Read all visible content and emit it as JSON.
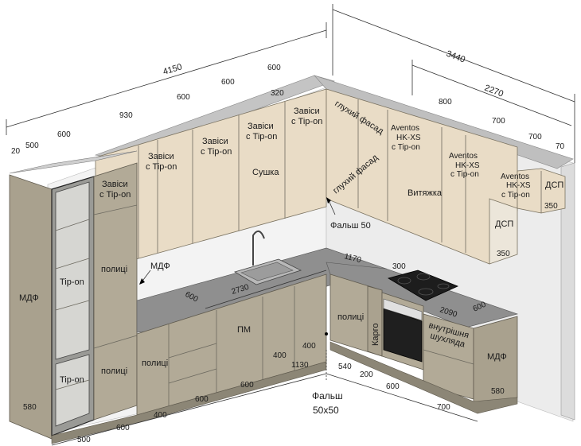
{
  "dimensions": {
    "top_total_left": "4150",
    "top_total_right": "3440",
    "right_upper_span": "2270",
    "seg_20": "20",
    "seg_500_top": "500",
    "seg_600_a": "600",
    "seg_930": "930",
    "seg_600_b": "600",
    "seg_600_c": "600",
    "seg_600_d": "600",
    "seg_320": "320",
    "seg_800": "800",
    "seg_700_a": "700",
    "seg_700_b": "700",
    "seg_70": "70",
    "worktop_2730": "2730",
    "worktop_600_left": "600",
    "worktop_1170": "1170",
    "worktop_300": "300",
    "worktop_2090": "2090",
    "worktop_600_right": "600",
    "base_400_a": "400",
    "base_400_b": "400",
    "base_1130": "1130",
    "base_540": "540",
    "base_200": "200",
    "bottom_500": "500",
    "bottom_600_a": "600",
    "bottom_400": "400",
    "bottom_600_b": "600",
    "bottom_600_c": "600",
    "bottom_600_d": "600",
    "bottom_700": "700",
    "panel_580_left": "580",
    "panel_580_right": "580",
    "dsp_350_a": "350",
    "dsp_350_b": "350"
  },
  "labels": {
    "mdf_left": "МДФ",
    "mdf_pointer": "МДФ",
    "mdf_right": "МДФ",
    "tip_on_top": "Tip-on",
    "tip_on_bottom": "Tip-on",
    "zavisy_1_line1": "Завіси",
    "zavisy_1_line2": "с Tip-on",
    "zavisy_2_line1": "Завіси",
    "zavisy_2_line2": "с Tip-on",
    "zavisy_3_line1": "Завіси",
    "zavisy_3_line2": "с Tip-on",
    "zavisy_4_line1": "Завіси",
    "zavisy_4_line2": "с Tip-on",
    "zavisy_5_line1": "Завіси",
    "zavisy_5_line2": "с Tip-on",
    "sushka": "Сушка",
    "polytsi_tall_upper": "полиці",
    "polytsi_tall_lower": "полиці",
    "polytsi_base_1": "полиці",
    "polytsi_corner": "полиці",
    "pm": "ПМ",
    "hlukhyi_fasad_1": "глухий фасад",
    "hlukhyi_fasad_2": "глухий фасад",
    "faltsh_50": "Фальш 50",
    "faltsh_50x50_line1": "Фальш",
    "faltsh_50x50_line2": "50x50",
    "aventos_1_line1": "Aventos",
    "aventos_1_line2": "HK-XS",
    "aventos_1_line3": "с Tip-on",
    "aventos_2_line1": "Aventos",
    "aventos_2_line2": "HK-XS",
    "aventos_2_line3": "с Tip-on",
    "aventos_3_line1": "Aventos",
    "aventos_3_line2": "HK-XS",
    "aventos_3_line3": "с Tip-on",
    "vytyazhka": "Витяжка",
    "dsp_1": "ДСП",
    "dsp_2": "ДСП",
    "kargo": "Карго",
    "vnutrishnia_line1": "внутрішня",
    "vnutrishnia_line2": "шухляда"
  },
  "colors": {
    "upper_facade": "#e9dcc6",
    "base_facade": "#b2aa97",
    "tall_body": "#a9a18e",
    "worktop": "#8e8e8e",
    "top_panel": "#bdbdbd",
    "wall": "#f2f2f2"
  }
}
